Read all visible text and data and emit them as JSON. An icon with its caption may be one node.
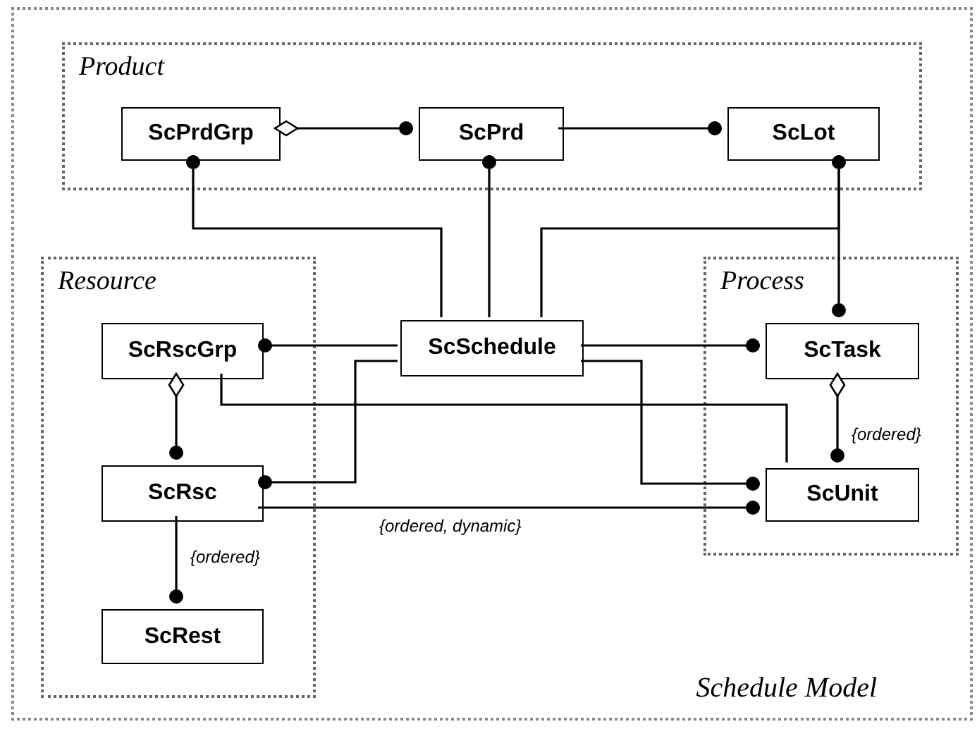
{
  "diagram": {
    "nodes": [
      {
        "text": [
          "Schedule Model"
        ]
      },
      {
        "text": [
          "Product"
        ],
        "in": 0
      },
      {
        "text": [
          "ScPrdGrp"
        ],
        "in": 1
      },
      {
        "text": [
          "ScPrd"
        ],
        "in": 1
      },
      {
        "text": [
          "ScLot"
        ],
        "in": 1
      },
      {
        "text": [
          "Resource"
        ],
        "in": 0
      },
      {
        "text": [
          "ScRscGrp"
        ],
        "in": 5
      },
      {
        "text": [
          "ScRsc"
        ],
        "in": 5
      },
      {
        "text": [
          "ScRest"
        ],
        "in": 5
      },
      {
        "text": [
          "ScSchedule"
        ],
        "in": 0
      },
      {
        "text": [
          "Process"
        ],
        "in": 0
      },
      {
        "text": [
          "ScTask"
        ],
        "in": 10
      },
      {
        "text": [
          "ScUnit"
        ],
        "in": 10
      }
    ],
    "edges": [
      {
        "from": 2,
        "to": 3,
        "arrow": "other"
      },
      {
        "from": 3,
        "to": 4,
        "arrow": "other"
      },
      {
        "from": 9,
        "to": 2,
        "arrow": "other"
      },
      {
        "from": 9,
        "to": 3,
        "arrow": "other"
      },
      {
        "from": 9,
        "to": 4,
        "arrow": "other"
      },
      {
        "from": 4,
        "to": 11,
        "arrow": "other"
      },
      {
        "from": 9,
        "to": 6,
        "arrow": "other"
      },
      {
        "from": 9,
        "to": 11,
        "arrow": "other"
      },
      {
        "from": 9,
        "to": 7,
        "arrow": "other"
      },
      {
        "from": 9,
        "to": 12,
        "arrow": "other"
      },
      {
        "from": 6,
        "to": 12,
        "arrow": "none"
      },
      {
        "from": 7,
        "to": 12,
        "arrow": "other",
        "label": "{ordered, dynamic}"
      },
      {
        "from": 6,
        "to": 7,
        "arrow": "other"
      },
      {
        "from": 7,
        "to": 8,
        "arrow": "other",
        "label": "{ordered}"
      },
      {
        "from": 11,
        "to": 12,
        "arrow": "other",
        "label": "{ordered}"
      }
    ]
  }
}
